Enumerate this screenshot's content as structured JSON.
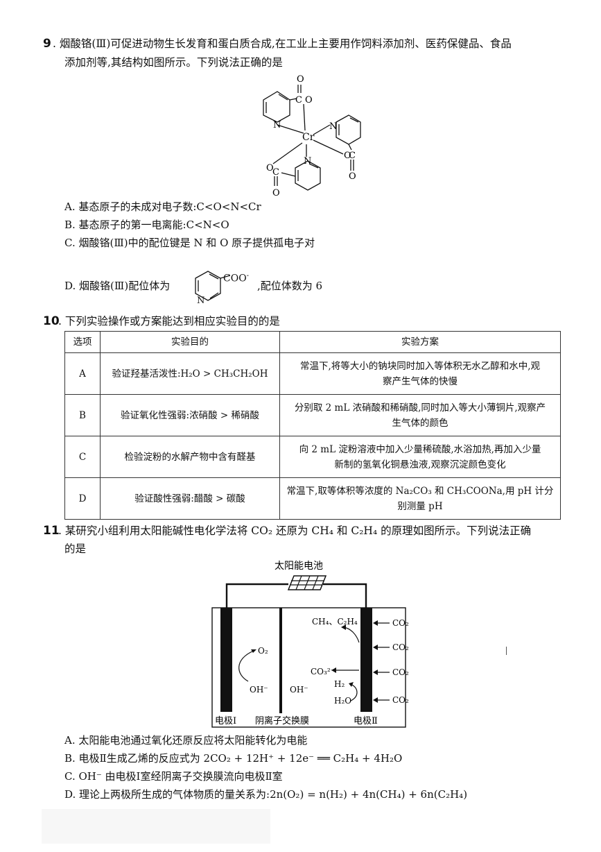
{
  "q9": {
    "number": "9",
    "stem_line1": ". 烟酸铬(Ⅲ)可促进动物生长发育和蛋白质合成,在工业上主要用作饲料添加剂、医药保健品、食品",
    "stem_line2": "添加剂等,其结构如图所示。下列说法正确的是",
    "structure": {
      "metal": "Cr",
      "n": "N",
      "c": "C",
      "o": "O"
    },
    "options": {
      "A": "A. 基态原子的未成对电子数:C<O<N<Cr",
      "B": "B. 基态原子的第一电离能:C<N<O",
      "C": "C. 烟酸铬(Ⅲ)中的配位键是 N 和 O 原子提供孤电子对",
      "D_prefix": "D. 烟酸铬(Ⅲ)配位体为",
      "D_group": "COO",
      "D_charge": "-",
      "D_suffix": ",配位体数为 6"
    }
  },
  "q10": {
    "number": "10",
    "stem": ". 下列实验操作或方案能达到相应实验目的的是",
    "headers": [
      "选项",
      "实验目的",
      "实验方案"
    ],
    "rows": [
      {
        "option": "A",
        "purpose": "验证羟基活泼性:H₂O > CH₃CH₂OH",
        "plan_line1": "常温下,将等大小的钠块同时加入等体积无水乙醇和水中,观",
        "plan_line2": "察产生气体的快慢"
      },
      {
        "option": "B",
        "purpose": "验证氧化性强弱:浓硝酸 > 稀硝酸",
        "plan_line1": "分别取 2 mL 浓硝酸和稀硝酸,同时加入等大小薄铜片,观察产",
        "plan_line2": "生气体的颜色"
      },
      {
        "option": "C",
        "purpose": "检验淀粉的水解产物中含有醛基",
        "plan_line1": "向 2 mL 淀粉溶液中加入少量稀硫酸,水浴加热,再加入少量",
        "plan_line2": "新制的氢氧化铜悬浊液,观察沉淀颜色变化"
      },
      {
        "option": "D",
        "purpose": "验证酸性强弱:醋酸 > 碳酸",
        "plan_line1": "常温下,取等体积等浓度的 Na₂CO₃ 和 CH₃COONa,用 pH 计分",
        "plan_line2": "别测量 pH"
      }
    ]
  },
  "q11": {
    "number": "11",
    "stem_line1": ". 某研究小组利用太阳能碱性电化学法将 CO₂ 还原为 CH₄ 和 C₂H₄ 的原理如图所示。下列说法正确",
    "stem_line2": "的是",
    "diagram": {
      "solar_cell": "太阳能电池",
      "o2": "O₂",
      "oh_left": "OH⁻",
      "oh_mid": "OH⁻",
      "products": "CH₄、C₂H₄",
      "co2": "CO₂",
      "co3": "CO₃²⁻",
      "h2": "H₂",
      "h2o": "H₂O",
      "electrode1": "电极Ⅰ",
      "membrane": "阴离子交换膜",
      "electrode2": "电极Ⅱ"
    },
    "options": {
      "A": "A. 太阳能电池通过氧化还原反应将太阳能转化为电能",
      "B": "B. 电极Ⅱ生成乙烯的反应式为 2CO₂ + 12H⁺ + 12e⁻ ══ C₂H₄ + 4H₂O",
      "C": "C. OH⁻ 由电极Ⅰ室经阴离子交换膜流向电极Ⅱ室",
      "D": "D. 理论上两极所生成的气体物质的量关系为:2n(O₂) = n(H₂) + 4n(CH₄) + 6n(C₂H₄)"
    }
  }
}
